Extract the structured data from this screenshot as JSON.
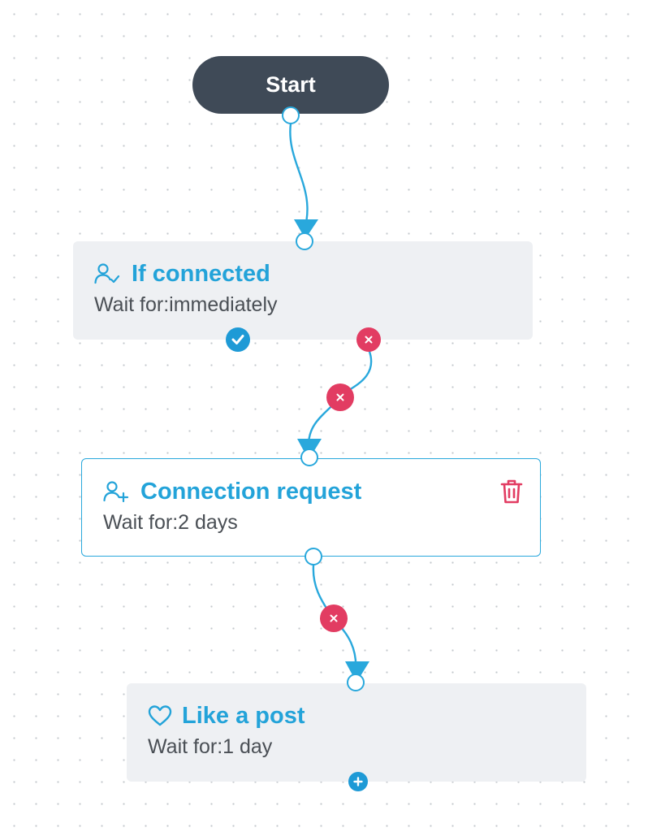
{
  "start": {
    "label": "Start"
  },
  "steps": [
    {
      "title": "If connected",
      "wait_label": "Wait for:",
      "wait_value": "immediately",
      "icon": "user-check-icon"
    },
    {
      "title": "Connection request",
      "wait_label": "Wait for:",
      "wait_value": "2 days",
      "icon": "user-plus-icon",
      "selected": true
    },
    {
      "title": "Like a post",
      "wait_label": "Wait for:",
      "wait_value": "1 day",
      "icon": "heart-icon"
    }
  ],
  "colors": {
    "accent": "#23a3d9",
    "start_bg": "#3f4a57",
    "card_bg": "#eef0f3",
    "danger": "#e23c62",
    "text": "#4a4f55"
  }
}
